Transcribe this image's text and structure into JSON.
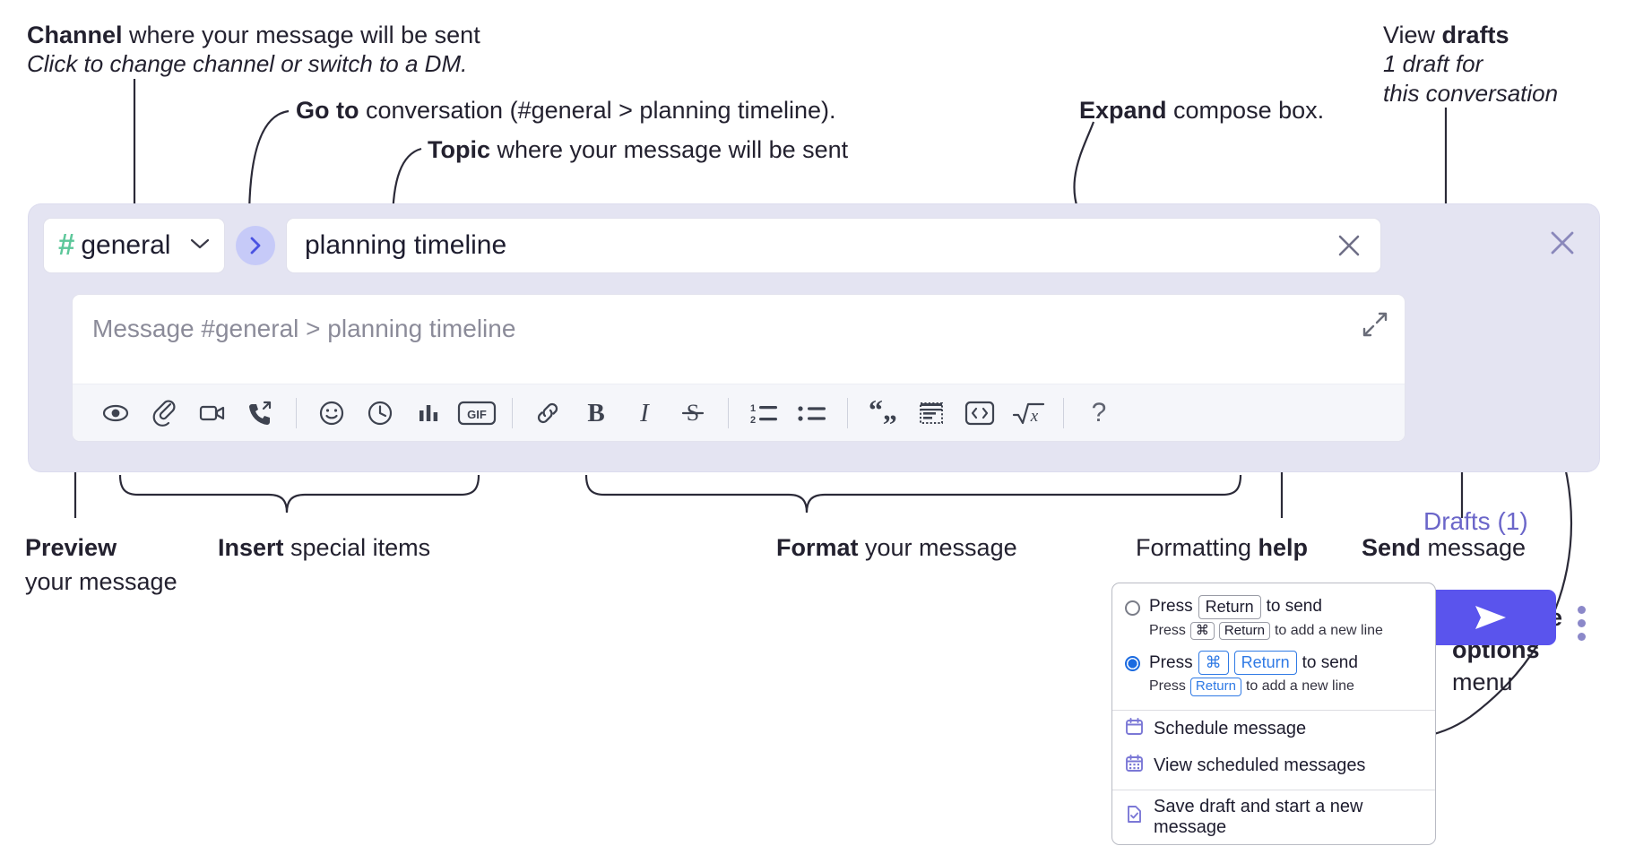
{
  "annotations": {
    "channel_bold": "Channel",
    "channel_rest": " where your message will be sent",
    "channel_sub": "Click to change channel or switch to a DM.",
    "goto_bold": "Go to",
    "goto_rest": " conversation (#general > planning timeline).",
    "topic_bold": "Topic",
    "topic_rest": " where your message will be sent",
    "expand_bold": "Expand",
    "expand_rest": " compose box.",
    "drafts_pre": "View ",
    "drafts_bold": "drafts",
    "drafts_sub1": "1 draft for",
    "drafts_sub2": "this conversation",
    "preview_bold": "Preview",
    "preview_rest": "your message",
    "insert_bold": "Insert",
    "insert_rest": " special items",
    "format_bold": "Format",
    "format_rest": " your message",
    "help_pre": "Formatting ",
    "help_bold": "help",
    "send_bold": "Send",
    "send_rest": " message",
    "compose_bold": "Compose options",
    "compose_rest": " menu"
  },
  "compose": {
    "channel": {
      "name": "general",
      "hash": "#"
    },
    "goto_label": "go-to-conversation",
    "topic": {
      "value": "planning timeline"
    },
    "message": {
      "placeholder": "Message #general > planning timeline",
      "value": ""
    },
    "drafts_link": "Drafts (1)",
    "close_label": "close",
    "toolbar": {
      "groups": [
        {
          "name": "preview",
          "items": [
            {
              "icon": "eye-icon",
              "label": "Preview"
            }
          ]
        },
        {
          "name": "insert",
          "items": [
            {
              "icon": "paperclip-icon",
              "label": "Attach file"
            },
            {
              "icon": "video-icon",
              "label": "Record video clip"
            },
            {
              "icon": "phone-forward-icon",
              "label": "Record audio clip"
            }
          ]
        },
        {
          "name": "insert2",
          "items": [
            {
              "icon": "emoji-icon",
              "label": "Emoji"
            },
            {
              "icon": "clock-icon",
              "label": "Reminder"
            },
            {
              "icon": "bar-chart-icon",
              "label": "Poll"
            },
            {
              "icon": "gif-icon",
              "label": "GIF"
            }
          ]
        },
        {
          "name": "format",
          "items": [
            {
              "icon": "link-icon",
              "label": "Link"
            },
            {
              "icon": "bold-icon",
              "label": "Bold"
            },
            {
              "icon": "italic-icon",
              "label": "Italic"
            },
            {
              "icon": "strikethrough-icon",
              "label": "Strikethrough"
            }
          ]
        },
        {
          "name": "lists",
          "items": [
            {
              "icon": "ordered-list-icon",
              "label": "Ordered list"
            },
            {
              "icon": "bulleted-list-icon",
              "label": "Bulleted list"
            }
          ]
        },
        {
          "name": "blocks",
          "items": [
            {
              "icon": "blockquote-icon",
              "label": "Blockquote"
            },
            {
              "icon": "code-block-icon",
              "label": "Code block"
            },
            {
              "icon": "code-inline-icon",
              "label": "Code"
            },
            {
              "icon": "math-icon",
              "label": "Math"
            }
          ]
        },
        {
          "name": "help",
          "items": [
            {
              "icon": "question-mark-icon",
              "label": "?"
            }
          ]
        }
      ],
      "help_glyph": "?",
      "gif_label": "GIF"
    },
    "send_label": "send",
    "kebab_label": "compose-options"
  },
  "menu": {
    "option1": {
      "selected": false,
      "press": "Press",
      "key": "Return",
      "suffix": "to send",
      "sub_press": "Press",
      "sub_key1": "⌘",
      "sub_key2": "Return",
      "sub_suffix": "to add a new line"
    },
    "option2": {
      "selected": true,
      "press": "Press",
      "key1": "⌘",
      "key2": "Return",
      "suffix": "to send",
      "sub_press": "Press",
      "sub_key": "Return",
      "sub_suffix": "to add a new line"
    },
    "items": [
      {
        "icon": "calendar-icon",
        "label": "Schedule message"
      },
      {
        "icon": "calendar-grid-icon",
        "label": "View scheduled messages"
      },
      {
        "icon": "save-draft-icon",
        "label": "Save draft and start a new message"
      }
    ]
  },
  "colors": {
    "compose_bg": "#e4e4f2",
    "send_purple": "#5a54ed",
    "hash_green": "#5dc79a",
    "drafts_text": "#6b66c9",
    "goto_bubble": "#c6caf8",
    "accent_blue": "#2f7ae5"
  }
}
